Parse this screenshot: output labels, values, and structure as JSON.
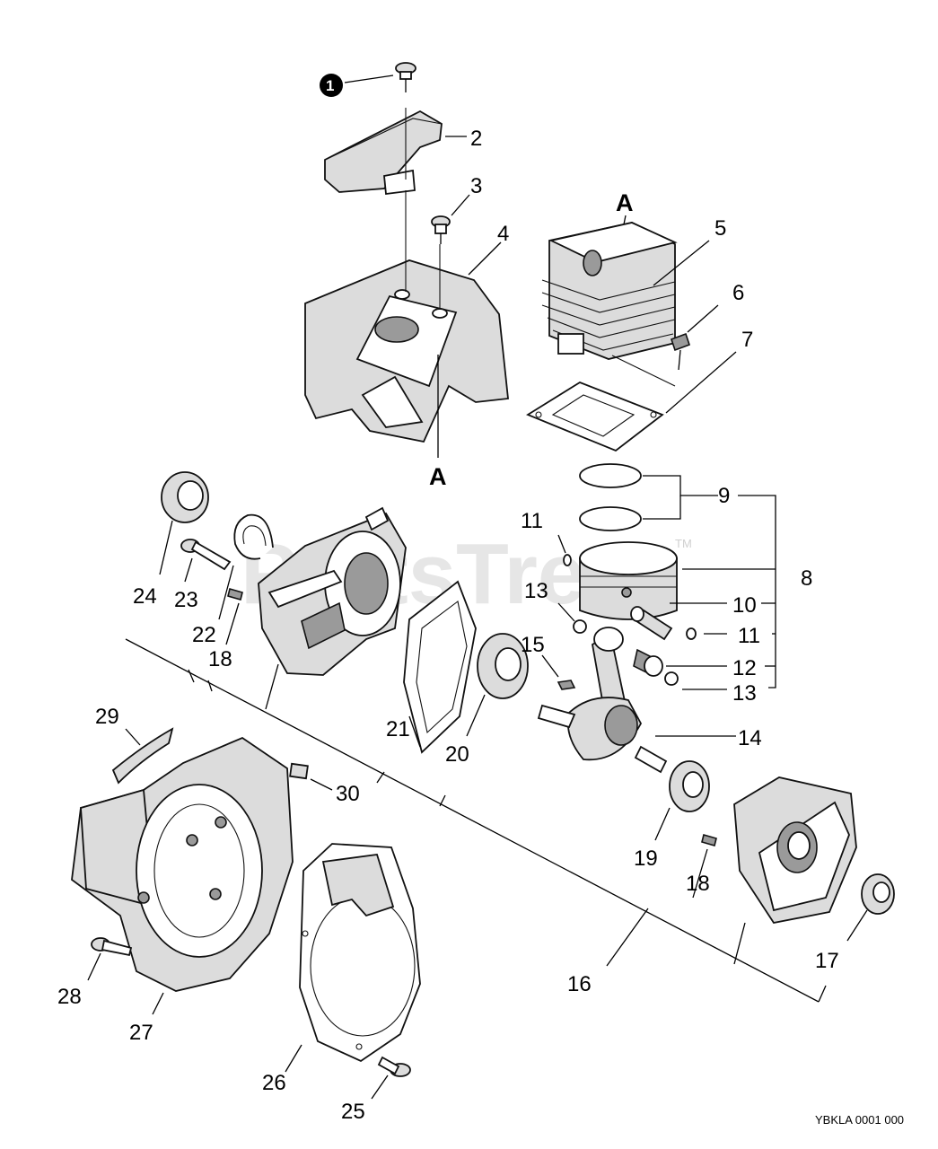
{
  "watermark": {
    "text": "PartsTree",
    "tm": "TM"
  },
  "reference_code": "YBKLA 0001 000",
  "callout_badge": "1",
  "section_marks": {
    "top": "A",
    "bottom": "A"
  },
  "part_labels": {
    "p2": "2",
    "p3": "3",
    "p4": "4",
    "p5": "5",
    "p6": "6",
    "p7": "7",
    "p8": "8",
    "p9": "9",
    "p10": "10",
    "p11a": "11",
    "p11b": "11",
    "p12": "12",
    "p13a": "13",
    "p13b": "13",
    "p14": "14",
    "p15": "15",
    "p16": "16",
    "p17": "17",
    "p18a": "18",
    "p18b": "18",
    "p19": "19",
    "p20": "20",
    "p21": "21",
    "p22": "22",
    "p23": "23",
    "p24": "24",
    "p25": "25",
    "p26": "26",
    "p27": "27",
    "p28": "28",
    "p29": "29",
    "p30": "30"
  }
}
